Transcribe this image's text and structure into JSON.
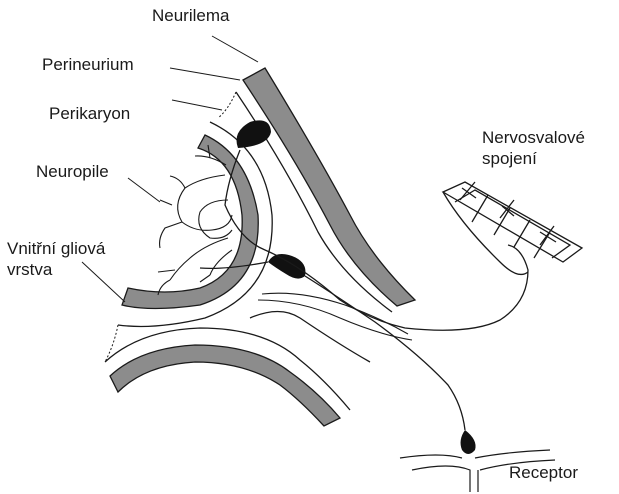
{
  "labels": {
    "neurilema": "Neurilema",
    "perineurium": "Perineurium",
    "perikaryon": "Perikaryon",
    "neuropile": "Neuropile",
    "inner_glial_line1": "Vnitřní gliová",
    "inner_glial_line2": "vrstva",
    "nmj_line1": "Nervosvalové",
    "nmj_line2": "spojení",
    "receptor": "Receptor"
  },
  "colors": {
    "sheath_gray": "#8c8c8c",
    "line": "#1a1a1a",
    "cell_body": "#111111",
    "background": "#ffffff"
  }
}
